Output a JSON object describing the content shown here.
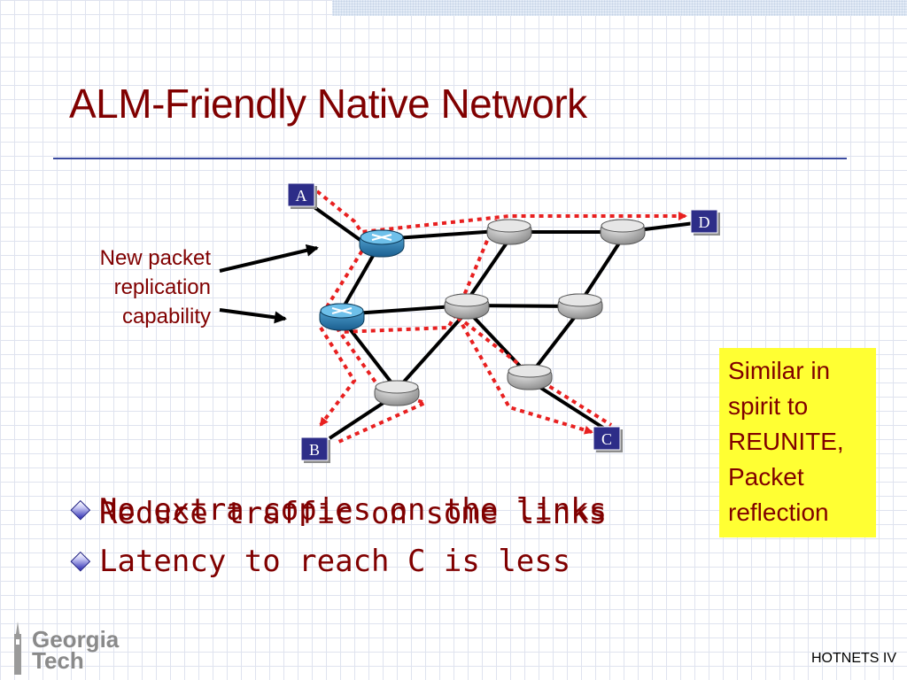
{
  "slide": {
    "title": "ALM-Friendly Native Network",
    "callout": [
      "New packet",
      "replication",
      "capability"
    ],
    "side_note": [
      "Similar in",
      "spirit to",
      "REUNITE,",
      "Packet",
      "reflection"
    ],
    "bullets": [
      "No extra copies on the links",
      "Reduce traffic on some links",
      "Latency to reach C is less"
    ],
    "logo": [
      "Georgia",
      "Tech"
    ],
    "footer": "HOTNETS IV",
    "colors": {
      "title": "#800000",
      "rule": "#3a4aa0",
      "host_box": "#2d2d88",
      "replication_router": "#2a7fb0",
      "plain_router": "#b8b8b8",
      "path": "#e82020",
      "note_box": "#ffff33"
    }
  },
  "diagram": {
    "hosts": [
      {
        "id": "A",
        "label": "A"
      },
      {
        "id": "B",
        "label": "B"
      },
      {
        "id": "C",
        "label": "C"
      },
      {
        "id": "D",
        "label": "D"
      }
    ],
    "routers": [
      {
        "id": "R1",
        "kind": "replication"
      },
      {
        "id": "R2",
        "kind": "replication"
      },
      {
        "id": "R3",
        "kind": "plain"
      },
      {
        "id": "R4",
        "kind": "plain"
      },
      {
        "id": "R5",
        "kind": "plain"
      },
      {
        "id": "R6",
        "kind": "plain"
      },
      {
        "id": "R7",
        "kind": "plain"
      },
      {
        "id": "R8",
        "kind": "plain"
      }
    ]
  }
}
